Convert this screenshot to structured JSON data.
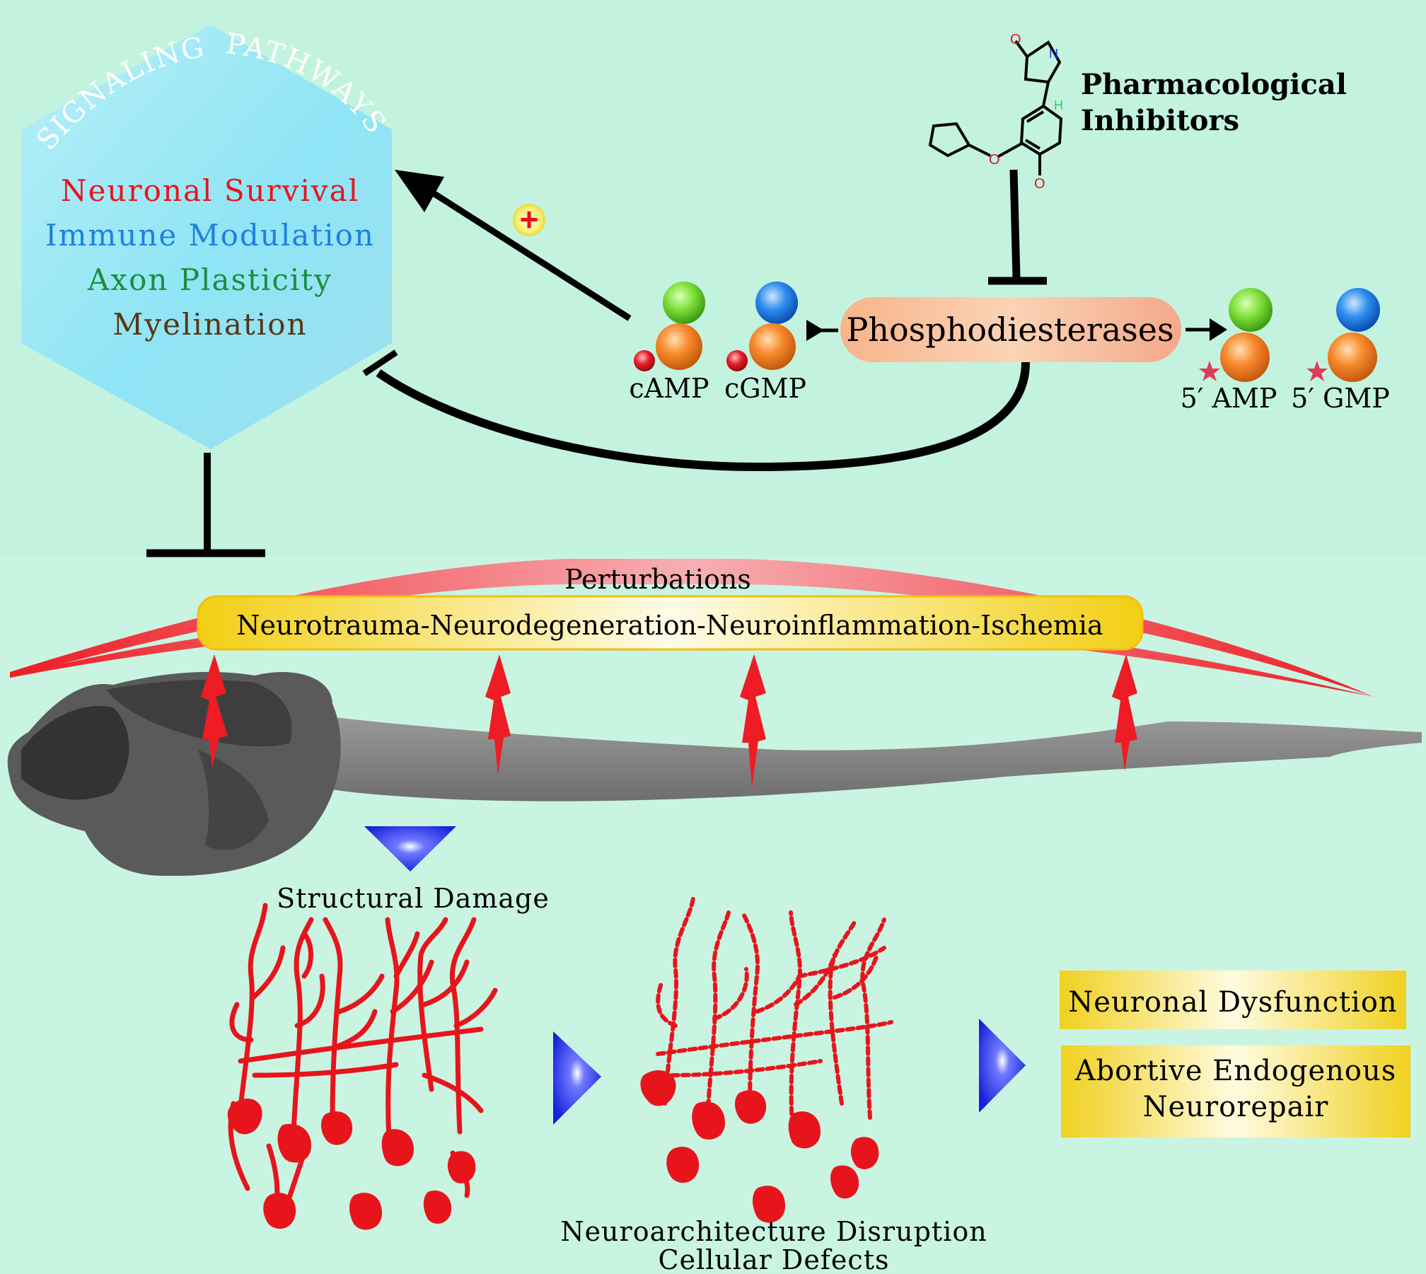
{
  "signaling": {
    "arc_left": "SIGNALING",
    "arc_right": "PATHWAYS",
    "items": [
      {
        "label": "Neuronal Survival",
        "color": "#e8141c"
      },
      {
        "label": "Immune Modulation",
        "color": "#1f7fe0"
      },
      {
        "label": "Axon Plasticity",
        "color": "#1a8f3a"
      },
      {
        "label": "Myelination",
        "color": "#5a3512"
      }
    ]
  },
  "plus_badge": {
    "symbol": "+",
    "color": "#e0141c"
  },
  "molecules": {
    "camp": "cAMP",
    "cgmp": "cGMP",
    "amp": "5′ AMP",
    "gmp": "5′ GMP"
  },
  "enzyme": {
    "label": "Phosphodiesterases"
  },
  "inhibitors": {
    "line1": "Pharmacological",
    "line2": "Inhibitors",
    "atom_o1": "O",
    "atom_n": "N",
    "atom_h": "H",
    "atom_o2": "O",
    "atom_o3": "O"
  },
  "perturbations": {
    "title": "Perturbations",
    "conditions": "Neurotrauma-Neurodegeneration-Neuroinflammation-Ischemia"
  },
  "structural_damage": {
    "label": "Structural Damage"
  },
  "disruption": {
    "line1": "Neuroarchitecture Disruption",
    "line2": "Cellular Defects"
  },
  "outcomes": {
    "box1": "Neuronal Dysfunction",
    "box2_line1": "Abortive Endogenous",
    "box2_line2": "Neurorepair"
  },
  "colors": {
    "background_top": "#c3f3df",
    "background_bottom": "#c9f4e2",
    "neuron_red": "#e8141c",
    "arrow_blue": "#1f2bd8",
    "label_yellow": "#f2d21e"
  }
}
